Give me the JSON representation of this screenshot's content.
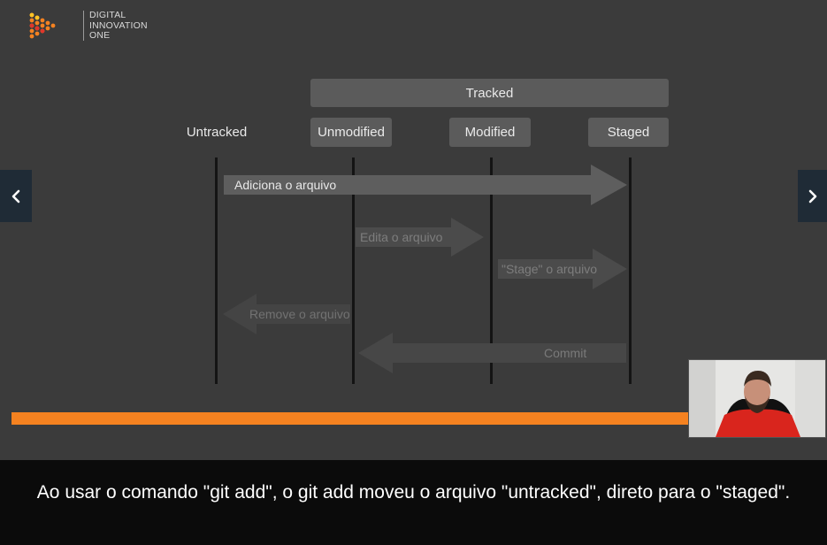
{
  "logo": {
    "lines": [
      "DIGITAL",
      "INNOVATION",
      "ONE"
    ],
    "accent": "#f58220"
  },
  "diagram": {
    "tracked_label": "Tracked",
    "states": [
      "Untracked",
      "Unmodified",
      "Modified",
      "Staged"
    ],
    "arrows": [
      "Adiciona o arquivo",
      "Edita o arquivo",
      "\"Stage\" o arquivo",
      "Remove o arquivo",
      "Commit"
    ]
  },
  "navigation": {
    "prev_icon": "chevron-left-icon",
    "next_icon": "chevron-right-icon"
  },
  "player": {
    "progress_fraction": 1.0,
    "progress_color": "#f58220"
  },
  "caption": {
    "text": "Ao usar o comando \"git add\",  o git add moveu o arquivo \"untracked\", direto para o \"staged\"."
  }
}
